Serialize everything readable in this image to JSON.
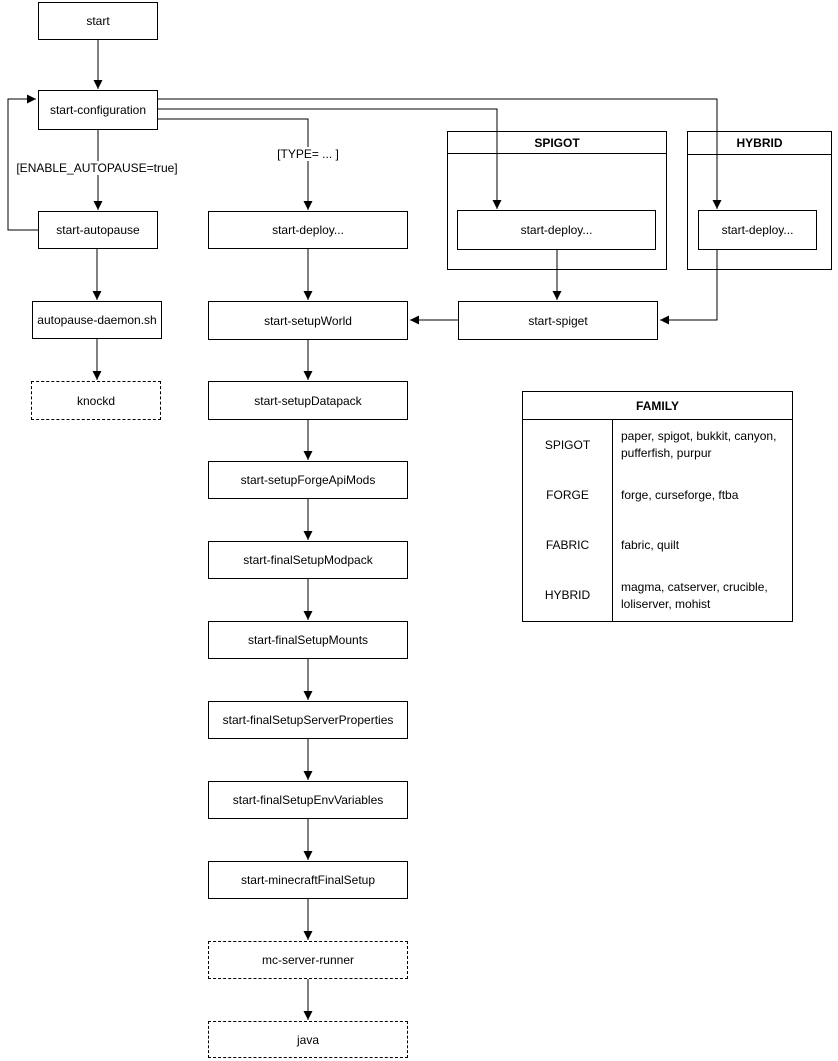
{
  "diagram": {
    "nodes": {
      "start": "start",
      "start_configuration": "start-configuration",
      "start_autopause": "start-autopause",
      "autopause_daemon": "autopause-daemon.sh",
      "knockd": "knockd",
      "start_deploy_main": "start-deploy...",
      "start_setup_world": "start-setupWorld",
      "start_setup_datapack": "start-setupDatapack",
      "start_setup_forge_api_mods": "start-setupForgeApiMods",
      "start_final_setup_modpack": "start-finalSetupModpack",
      "start_final_setup_mounts": "start-finalSetupMounts",
      "start_final_setup_server_properties": "start-finalSetupServerProperties",
      "start_final_setup_env_variables": "start-finalSetupEnvVariables",
      "start_minecraft_final_setup": "start-minecraftFinalSetup",
      "mc_server_runner": "mc-server-runner",
      "java": "java",
      "start_spiget": "start-spiget",
      "spigot_deploy": "start-deploy...",
      "hybrid_deploy": "start-deploy..."
    },
    "groups": {
      "spigot": "SPIGOT",
      "hybrid": "HYBRID"
    },
    "edge_labels": {
      "enable_autopause": "[ENABLE_AUTOPAUSE=true]",
      "type": "[TYPE= ... ]"
    },
    "family_table": {
      "title": "FAMILY",
      "rows": [
        {
          "family": "SPIGOT",
          "members": "paper, spigot, bukkit, canyon, pufferfish, purpur"
        },
        {
          "family": "FORGE",
          "members": "forge, curseforge, ftba"
        },
        {
          "family": "FABRIC",
          "members": "fabric, quilt"
        },
        {
          "family": "HYBRID",
          "members": "magma, catserver, crucible, loliserver, mohist"
        }
      ]
    },
    "colors": {
      "stroke": "#000000",
      "background": "#ffffff",
      "text": "#000000"
    }
  }
}
